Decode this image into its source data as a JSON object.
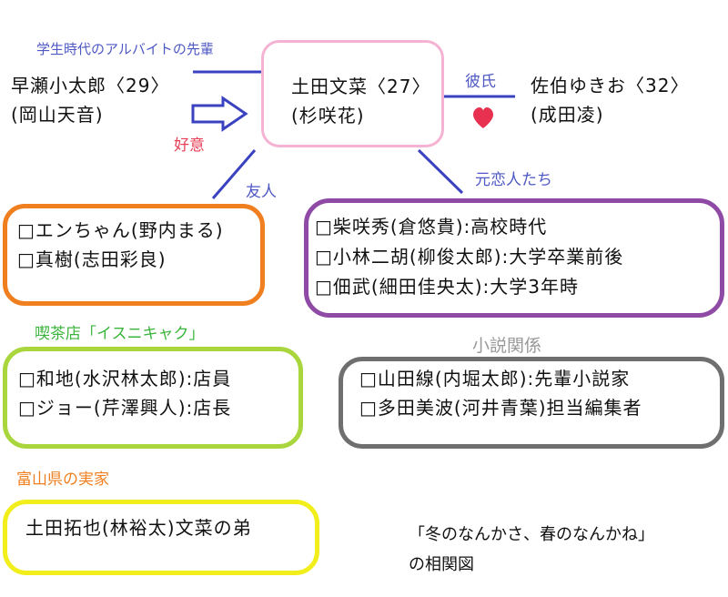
{
  "colors": {
    "pink": "#f4b3d2",
    "orange": "#f07f1f",
    "purple": "#8e4aa4",
    "green": "#a8d63c",
    "gray": "#6f6f6f",
    "yellow": "#f2ee1c",
    "line_blue": "#3b42c0",
    "label_blue": "#4e59c4",
    "label_red": "#e83f56",
    "label_green": "#3bb43b",
    "label_orange": "#f07f1f",
    "label_gray": "#999999"
  },
  "labels": {
    "senpai": "学生時代のアルバイトの先輩",
    "koui": "好意",
    "kareshi": "彼氏",
    "yuujin": "友人",
    "motokoibito": "元恋人たち",
    "kissaten": "喫茶店「イスニキャク」",
    "shousetsu": "小説関係",
    "jikka": "富山県の実家"
  },
  "people": {
    "hayase_name": "早瀬小太郎〈29〉",
    "hayase_actor": "(岡山天音)",
    "fumina_name": "土田文菜〈27〉",
    "fumina_actor": "(杉咲花)",
    "saeki_name": "佐伯ゆきお〈32〉",
    "saeki_actor": "(成田凌)"
  },
  "groups": {
    "friends": [
      "□エンちゃん(野内まる)",
      "□真樹(志田彩良)"
    ],
    "exes": [
      "□柴咲秀(倉悠貴):高校時代",
      "□小林二胡(柳俊太郎):大学卒業前後",
      "□佃武(細田佳央太):大学3年時"
    ],
    "cafe": [
      "□和地(水沢林太郎):店員",
      "□ジョー(芹澤興人):店長"
    ],
    "novel": [
      "□山田線(内堀太郎):先輩小説家",
      "□多田美波(河井青葉)担当編集者"
    ],
    "family": [
      "土田拓也(林裕太)文菜の弟"
    ]
  },
  "caption": {
    "line1": "「冬のなんかさ、春のなんかね」",
    "line2": "の相関図"
  }
}
